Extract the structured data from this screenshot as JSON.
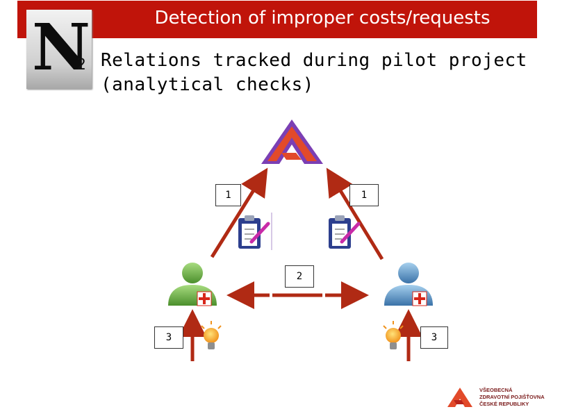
{
  "title": "Detection of improper costs/requests",
  "subtitle": {
    "line1": "Relations tracked during pilot project",
    "line2": "(analytical checks)"
  },
  "logo": {
    "letter": "N",
    "subscript": "2"
  },
  "labels": {
    "left_relation": "1",
    "right_relation": "1",
    "middle_relation": "2",
    "bottom_left": "3",
    "bottom_right": "3"
  },
  "insurer": {
    "line1": "VŠEOBECNÁ",
    "line2": "ZDRAVOTNÍ POJIŠŤOVNA",
    "line3": "ČESKÉ REPUBLIKY"
  },
  "colors": {
    "title_bar": "#c0140a",
    "arrow": "#b02a14",
    "insurer_logo": "#7b3fb4",
    "doctor_green": "#5a9e3a",
    "doctor_blue": "#3f7bb0",
    "cross": "#d8261a"
  },
  "icons": [
    "insurer-logo-icon",
    "clipboard-icon",
    "doctor-icon",
    "lightbulb-icon"
  ]
}
